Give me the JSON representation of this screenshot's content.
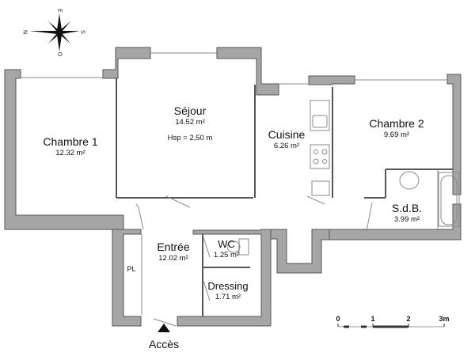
{
  "compass": {
    "north_label": "N",
    "south_label": "S",
    "east_label": "E",
    "west_label": "O",
    "icon": "compass-rose-icon"
  },
  "rooms": [
    {
      "id": "chambre-1",
      "name": "Chambre 1",
      "area": "12.32 m²"
    },
    {
      "id": "sejour",
      "name": "Séjour",
      "area": "14.52 m²",
      "extra": "Hsp =  2,50 m"
    },
    {
      "id": "cuisine",
      "name": "Cuisine",
      "area": "6.26 m²"
    },
    {
      "id": "chambre-2",
      "name": "Chambre 2",
      "area": "9.69 m²"
    },
    {
      "id": "sdb",
      "name": "S.d.B.",
      "area": "3.99 m²"
    },
    {
      "id": "entree",
      "name": "Entrée",
      "area": "12.02 m²"
    },
    {
      "id": "wc",
      "name": "WC",
      "area": "1.25 m²"
    },
    {
      "id": "dressing",
      "name": "Dressing",
      "area": "1.71 m²"
    },
    {
      "id": "placard",
      "name": "PL"
    }
  ],
  "access": {
    "label": "Accès",
    "icon": "arrow-up-icon"
  },
  "scale_bar": {
    "ticks": [
      "0",
      "1",
      "2",
      "3m"
    ]
  },
  "colors": {
    "wall": "#a6a6a6",
    "wall_outline": "#555555",
    "background": "#ffffff"
  }
}
